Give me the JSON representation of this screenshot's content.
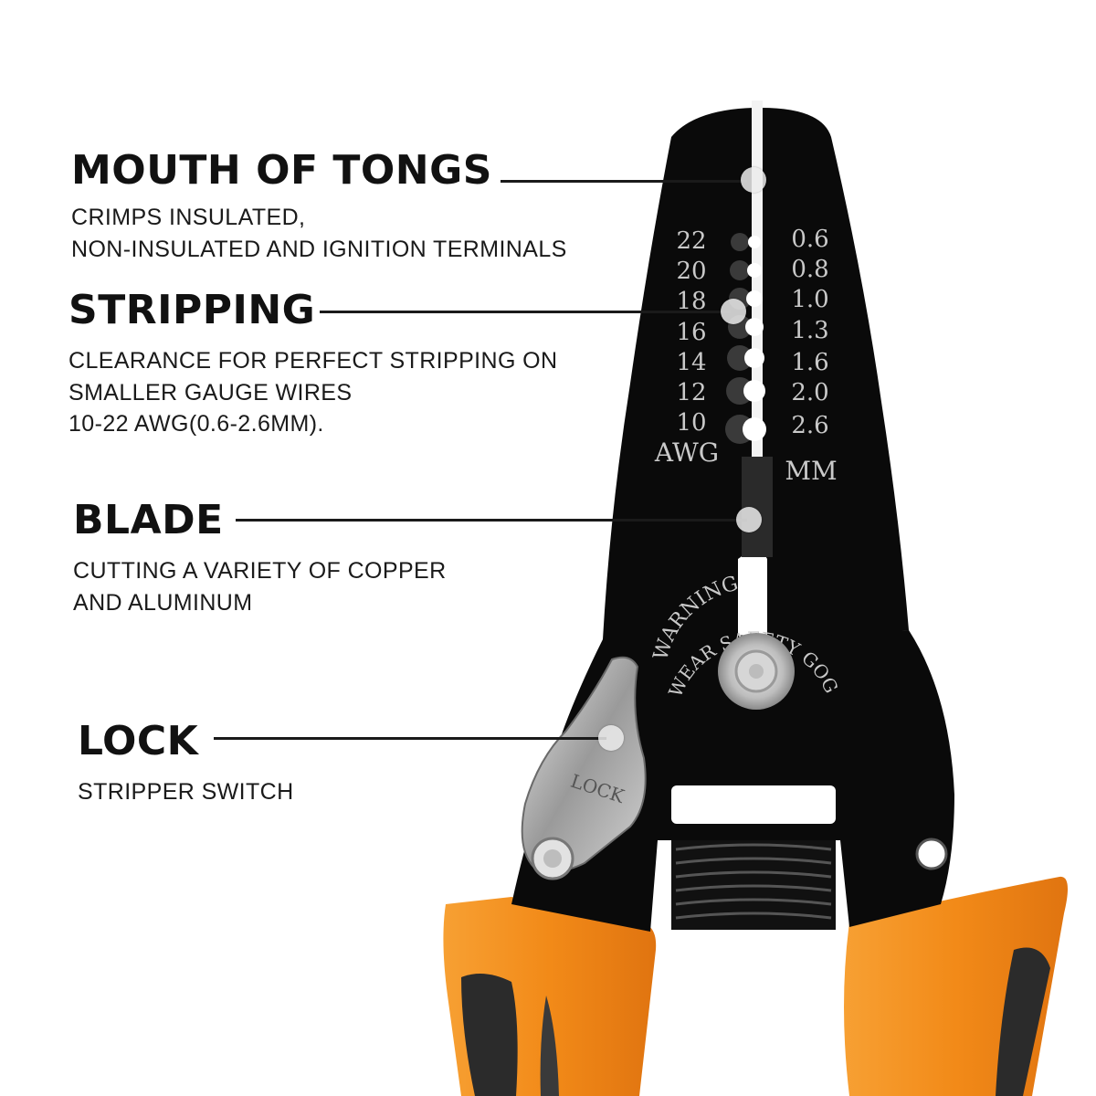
{
  "callouts": {
    "mouth": {
      "title": "MOUTH OF TONGS",
      "lines": [
        "CRIMPS INSULATED,",
        "NON-INSULATED AND IGNITION TERMINALS"
      ]
    },
    "stripping": {
      "title": "STRIPPING",
      "lines": [
        "CLEARANCE FOR PERFECT STRIPPING ON",
        "SMALLER GAUGE WIRES",
        "10-22 AWG(0.6-2.6MM)."
      ]
    },
    "blade": {
      "title": "BLADE",
      "lines": [
        "CUTTING A VARIETY OF COPPER",
        "AND ALUMINUM"
      ]
    },
    "lock": {
      "title": "LOCK",
      "lines": [
        "STRIPPER SWITCH"
      ]
    }
  },
  "tool": {
    "awg_scale": [
      "22",
      "20",
      "18",
      "16",
      "14",
      "12",
      "10"
    ],
    "awg_unit": "AWG",
    "mm_scale": [
      "0.6",
      "0.8",
      "1.0",
      "1.3",
      "1.6",
      "2.0",
      "2.6"
    ],
    "mm_unit": "MM",
    "warning_line1": "WARNING",
    "warning_line2": "WEAR SAFETY GOGGLES",
    "lock_label": "LOCK"
  },
  "colors": {
    "text": "#111111",
    "tool_black": "#0a0a0a",
    "handle_orange": "#f08a1c",
    "handle_grip": "#2b2b2b",
    "steel": "#b9b9b9"
  }
}
